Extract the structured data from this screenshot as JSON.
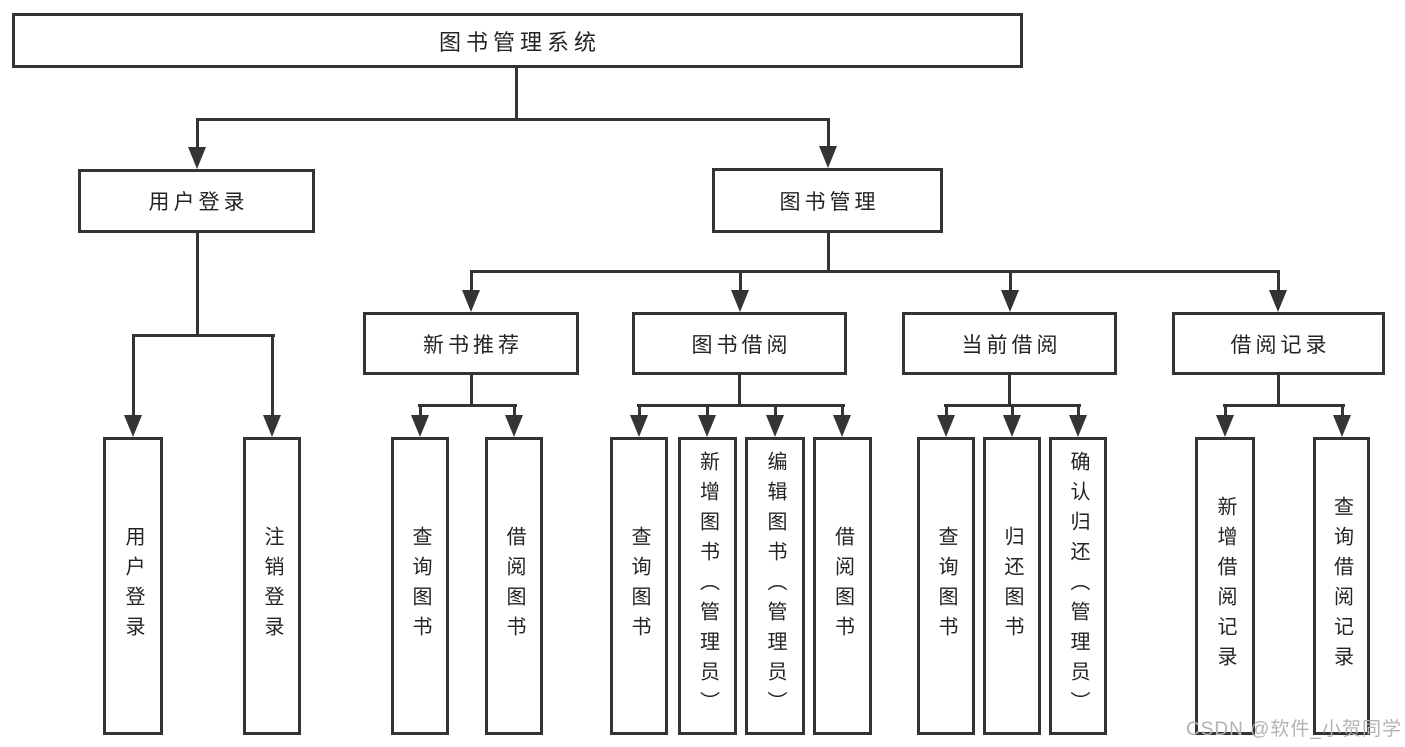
{
  "tree": {
    "root": {
      "label": "图书管理系统"
    },
    "branches": [
      {
        "label": "用户登录",
        "children": [
          {
            "label": "用户登录"
          },
          {
            "label": "注销登录"
          }
        ]
      },
      {
        "label": "图书管理",
        "children": [
          {
            "label": "新书推荐",
            "children": [
              {
                "label": "查询图书"
              },
              {
                "label": "借阅图书"
              }
            ]
          },
          {
            "label": "图书借阅",
            "children": [
              {
                "label": "查询图书"
              },
              {
                "label": "新增图书（管理员）"
              },
              {
                "label": "编辑图书（管理员）"
              },
              {
                "label": "借阅图书"
              }
            ]
          },
          {
            "label": "当前借阅",
            "children": [
              {
                "label": "查询图书"
              },
              {
                "label": "归还图书"
              },
              {
                "label": "确认归还（管理员）"
              }
            ]
          },
          {
            "label": "借阅记录",
            "children": [
              {
                "label": "新增借阅记录"
              },
              {
                "label": "查询借阅记录"
              }
            ]
          }
        ]
      }
    ]
  },
  "watermark": "CSDN @软件_小贺同学",
  "colors": {
    "line": "#343434",
    "text": "#242424",
    "watermark": "#b3b3b3",
    "background": "#ffffff"
  }
}
